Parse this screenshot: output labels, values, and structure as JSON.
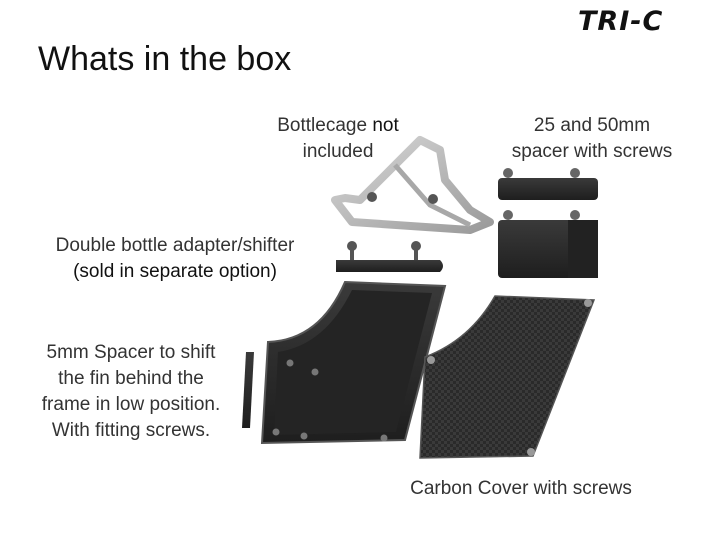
{
  "brand": {
    "logo_text": "TRI-C"
  },
  "slide": {
    "title": "Whats in the box",
    "labels": {
      "bottlecage_line1": "Bottlecage ",
      "bottlecage_bold": "not",
      "bottlecage_line2": "included",
      "spacer_line1": "25 and 50mm",
      "spacer_line2": "spacer with screws",
      "adapter_line1": "Double bottle adapter/shifter",
      "adapter_line2": "(sold in separate option)",
      "spacer5_line1": "5mm Spacer to shift",
      "spacer5_line2": "the fin behind the",
      "spacer5_line3": "frame in low position.",
      "spacer5_line4": "With fitting screws.",
      "carbon": "Carbon Cover with screws"
    }
  },
  "colors": {
    "part_dark": "#2b2b2b",
    "cage_metal": "#b5b5b5",
    "carbon": "#3a3a3a"
  }
}
